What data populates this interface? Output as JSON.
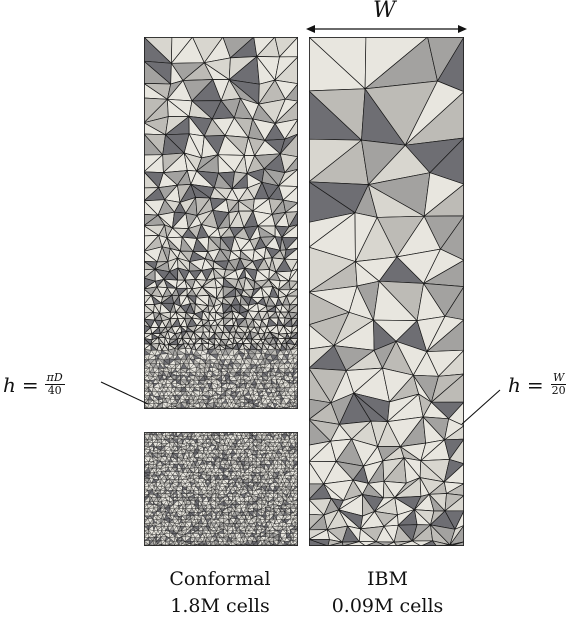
{
  "panels": {
    "left": {
      "caption_line1": "Conformal",
      "caption_line2": "1.8M cells"
    },
    "right": {
      "caption_line1": "IBM",
      "caption_line2": "0.09M cells"
    }
  },
  "annotations": {
    "width_symbol": "W",
    "left_h": {
      "lhs": "h",
      "eq": "=",
      "numerator": "πD",
      "denominator": "40"
    },
    "right_h": {
      "lhs": "h",
      "eq": "=",
      "numerator": "W",
      "denominator": "20"
    }
  },
  "colors": {
    "mesh_light": "#e8e6df",
    "mesh_mid": "#bdbbb6",
    "mesh_dark": "#6e6e73",
    "mesh_edge": "#1a1a1a"
  }
}
